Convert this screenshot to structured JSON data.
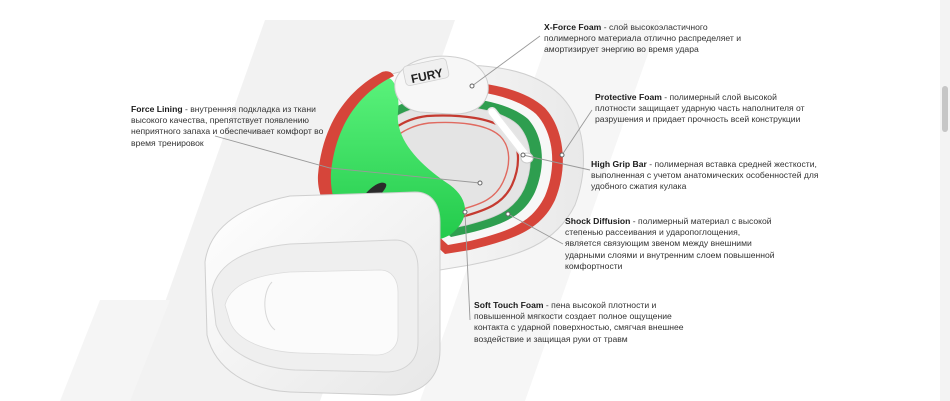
{
  "callouts": {
    "xforce": {
      "title": "X-Force Foam",
      "text": " - слой высокоэластичного полимерного материала отлично распределяет и амортизирует энергию во время удара"
    },
    "protective": {
      "title": "Protective Foam",
      "text": " - полимерный слой высокой плотности защищает ударную часть наполнителя от разрушения и придает прочность всей конструкции"
    },
    "forcelining": {
      "title": "Force Lining",
      "text": " - внутренняя подкладка из ткани высокого качества, препятствует появлению неприятного запаха и обеспечивает комфорт во время тренировок"
    },
    "highgrip": {
      "title": "High Grip Bar",
      "text": " - полимерная вставка средней жесткости, выполненная с учетом анатомических особенностей для удобного сжатия кулака"
    },
    "shock": {
      "title": "Shock Diffusion",
      "text": " - полимерный материал с высокой степенью рассеивания и ударопоглощения, является связующим звеном между внешними ударными слоями и внутренним слоем повышенной комфортности"
    },
    "softtouch": {
      "title": "Soft Touch Foam",
      "text": " - пена высокой плотности и повышенной мягкости создает полное ощущение контакта с ударной поверхностью, смягчая внешнее воздействие и защищая руки от травм"
    }
  },
  "glove": {
    "logo_text": "FURY"
  },
  "colors": {
    "lining_green": "#2fe85a",
    "outer_red": "#d6453a",
    "outer_green": "#2e9e4f",
    "shell_white": "#f4f4f4",
    "inner_gray": "#e4e4e4",
    "leader_line": "#9a9a9a",
    "background_chevron": "#f2f2f2"
  }
}
